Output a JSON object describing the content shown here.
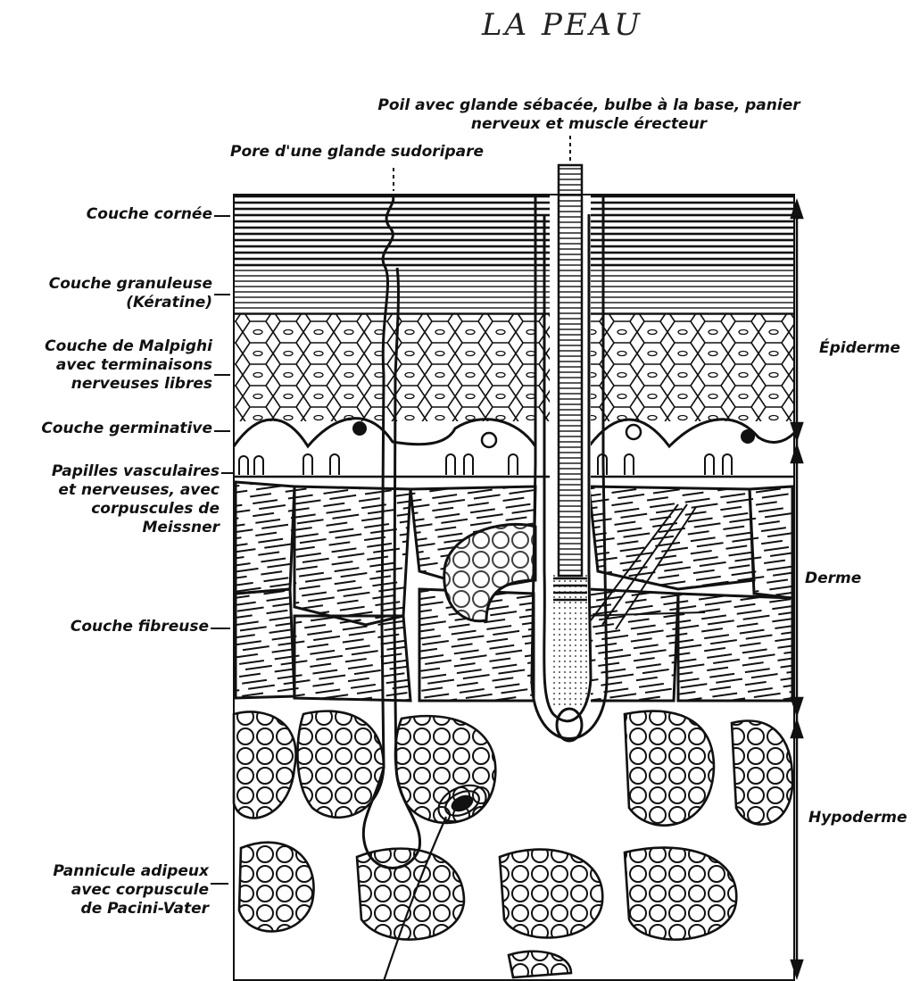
{
  "title": "LA PEAU",
  "top_labels": {
    "hair": [
      "Poil avec glande sébacée, bulbe à la base, panier",
      "nerveux et muscle érecteur"
    ],
    "pore": "Pore d'une glande sudoripare"
  },
  "left_labels": {
    "corneum": "Couche cornée",
    "granular": [
      "Couche granuleuse",
      "(Kératine)"
    ],
    "malpighi": [
      "Couche de Malpighi",
      "avec terminaisons",
      "nerveuses libres"
    ],
    "germinative": "Couche germinative",
    "papillae": [
      "Papilles vasculaires",
      "et nerveuses, avec",
      "corpuscules de",
      "Meissner"
    ],
    "fibrous": "Couche fibreuse",
    "adipose": [
      "Pannicule adipeux",
      "avec corpuscule",
      "de Pacini-Vater"
    ]
  },
  "right_labels": {
    "epidermis": "Épiderme",
    "dermis": "Derme",
    "hypodermis": "Hypoderme"
  }
}
